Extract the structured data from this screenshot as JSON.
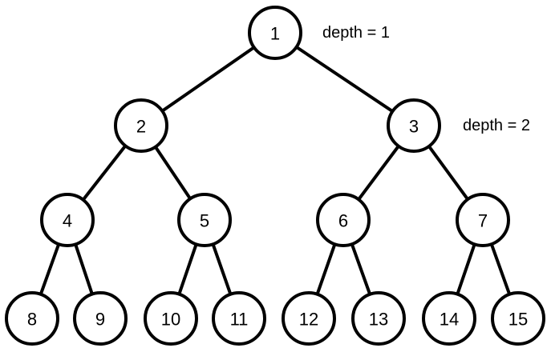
{
  "tree": {
    "nodes": [
      "1",
      "2",
      "3",
      "4",
      "5",
      "6",
      "7",
      "8",
      "9",
      "10",
      "11",
      "12",
      "13",
      "14",
      "15"
    ],
    "depth_labels": [
      "depth = 1",
      "depth = 2"
    ],
    "colors": {
      "stroke": "#000000",
      "fill": "#ffffff",
      "background": "#ffffff"
    }
  }
}
